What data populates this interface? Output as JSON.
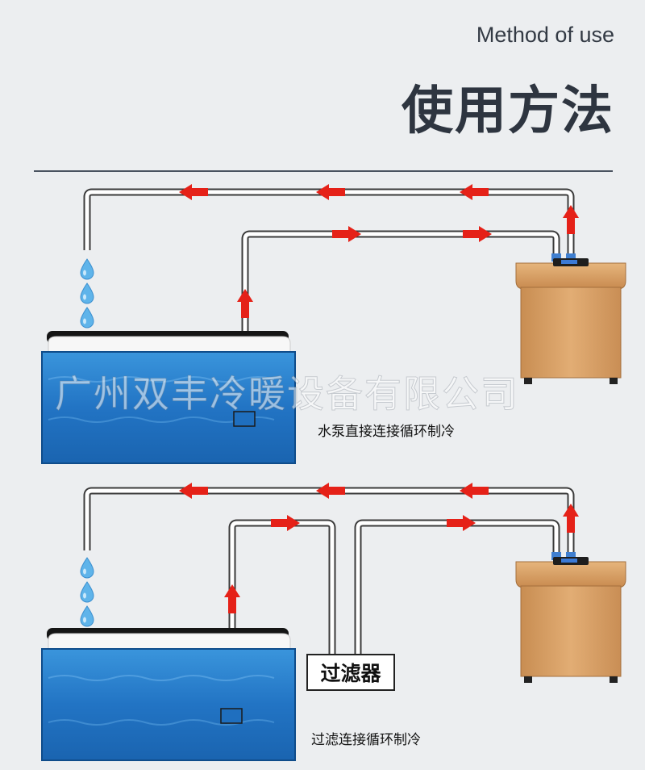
{
  "header": {
    "subtitle": "Method of use",
    "title": "使用方法"
  },
  "diagrams": [
    {
      "caption": "水泵直接连接循环制冷"
    },
    {
      "caption": "过滤连接循环制冷",
      "filter_label": "过滤器"
    }
  ],
  "watermark": "广州双丰冷暖设备有限公司",
  "colors": {
    "arrow": "#e52118",
    "pipe": "#ffffff",
    "pipe_outline": "#3a3a3a",
    "water": "#2d86cf",
    "cabinet": "#d9a56b",
    "droplet": "#5fb4ea"
  },
  "icons": [
    "water-droplet-icon",
    "flow-arrow-icon",
    "control-panel-icon"
  ]
}
